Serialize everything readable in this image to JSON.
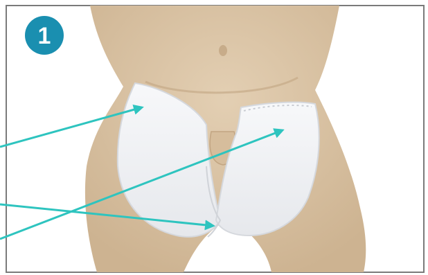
{
  "step": {
    "number": "1",
    "badge_color": "#1a8fb0"
  },
  "colors": {
    "frame": "#7a7a7a",
    "skin": "#dcc6a8",
    "skin_shadow": "#c9b08f",
    "pad": "#f2f3f5",
    "pad_shadow": "#d9dce0",
    "arrow": "#2ec4bf"
  },
  "icons": [
    "step-number-badge",
    "absorbent-pad",
    "pointer-arrow"
  ]
}
